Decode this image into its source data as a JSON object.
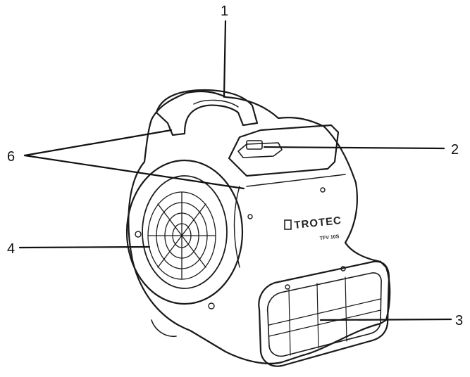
{
  "figure": {
    "brand_text": "TROTEC",
    "model_text": "TFV 10S",
    "callouts": [
      {
        "id": "1",
        "label": "1"
      },
      {
        "id": "2",
        "label": "2"
      },
      {
        "id": "3",
        "label": "3"
      },
      {
        "id": "4",
        "label": "4"
      },
      {
        "id": "6",
        "label": "6"
      }
    ],
    "colors": {
      "line": "#111111",
      "body": "#ffffff",
      "outline": "#1a1a1a"
    }
  }
}
